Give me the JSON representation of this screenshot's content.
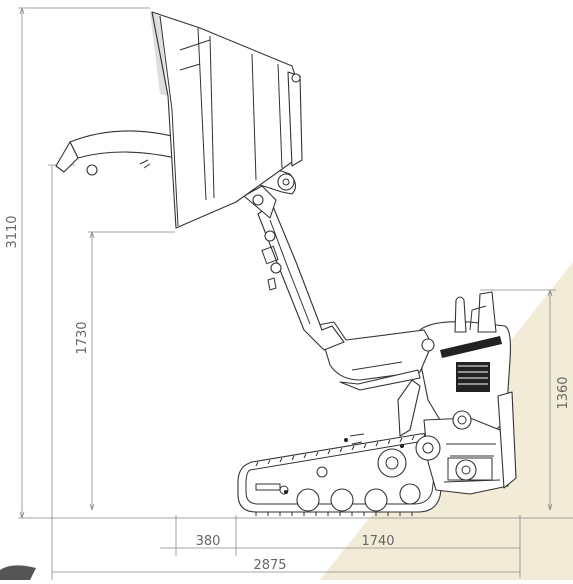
{
  "dimensions": {
    "overall_height": "3110",
    "dump_height": "1730",
    "machine_height": "1360",
    "front_overhang": "380",
    "track_length": "1740",
    "overall_length": "2875"
  },
  "colors": {
    "accent_wedge": "#f1ebd7",
    "line": "#333333",
    "dim_line": "#888888",
    "dim_text": "#666666"
  }
}
